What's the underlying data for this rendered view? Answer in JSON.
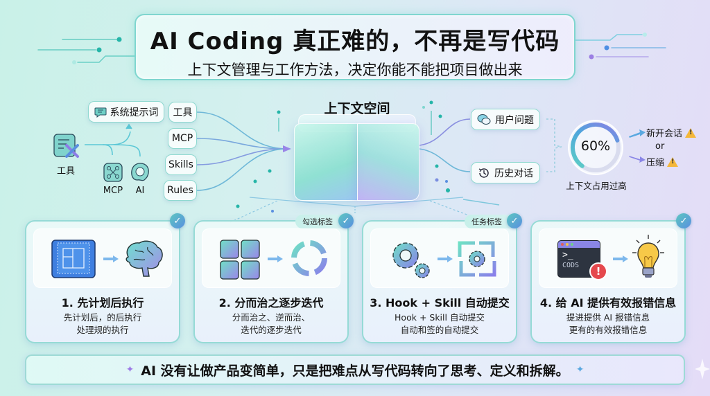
{
  "header": {
    "title": "AI Coding 真正难的，不再是写代码",
    "subtitle": "上下文管理与工作方法，决定你能不能把项目做出来"
  },
  "left_sources": {
    "system_prompt": "系统提示词",
    "tools_label": "工具",
    "mcp_label": "MCP",
    "ai_label": "AI"
  },
  "inputs": [
    "工具",
    "MCP",
    "Skills",
    "Rules"
  ],
  "context_space": {
    "title": "上下文空间"
  },
  "right_inputs": {
    "user_question": "用户问题",
    "history": "历史对话"
  },
  "gauge": {
    "value_text": "60%",
    "value": 0.6,
    "label": "上下文占用过高",
    "option_new": "新开会话",
    "or": "or",
    "option_compress": "压缩"
  },
  "cards": [
    {
      "title": "1. 先计划后执行",
      "desc1": "先计划后，的后执行",
      "desc2": "处理规的执行",
      "tag": ""
    },
    {
      "title": "2. 分而治之逐步迭代",
      "desc1": "分而治之、逆而治、",
      "desc2": "迭代的逐步迭代",
      "tag": "勾选标签"
    },
    {
      "title": "3. Hook + Skill 自动提交",
      "desc1": "Hook + Skill 自动提交",
      "desc2": "自动和签的自动提交",
      "tag": "任务标签"
    },
    {
      "title": "4. 给 AI 提供有效报错信息",
      "desc1": "提进提供 AI 报错信息",
      "desc2": "更有的有效报错信息",
      "tag": "",
      "terminal_text": "CODS"
    }
  ],
  "footer": {
    "text": "AI 没有让做产品变简单，只是把难点从写代码转向了思考、定义和拆解。"
  },
  "colors": {
    "teal": "#3cc4b4",
    "purple": "#9b86e8",
    "blue": "#5a8fe0",
    "warning": "#f4b73a"
  }
}
